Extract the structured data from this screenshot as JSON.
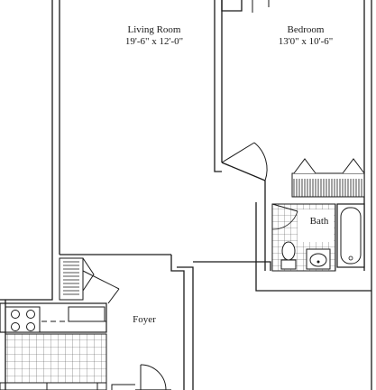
{
  "rooms": {
    "living": {
      "name": "Living Room",
      "dims": "19'-6\" x 12'-0\""
    },
    "bedroom": {
      "name": "Bedroom",
      "dims": "13'0\" x 10'-6\""
    },
    "bath": {
      "name": "Bath"
    },
    "foyer": {
      "name": "Foyer"
    }
  },
  "colors": {
    "wall": "#1a1a1a",
    "background": "#ffffff"
  }
}
